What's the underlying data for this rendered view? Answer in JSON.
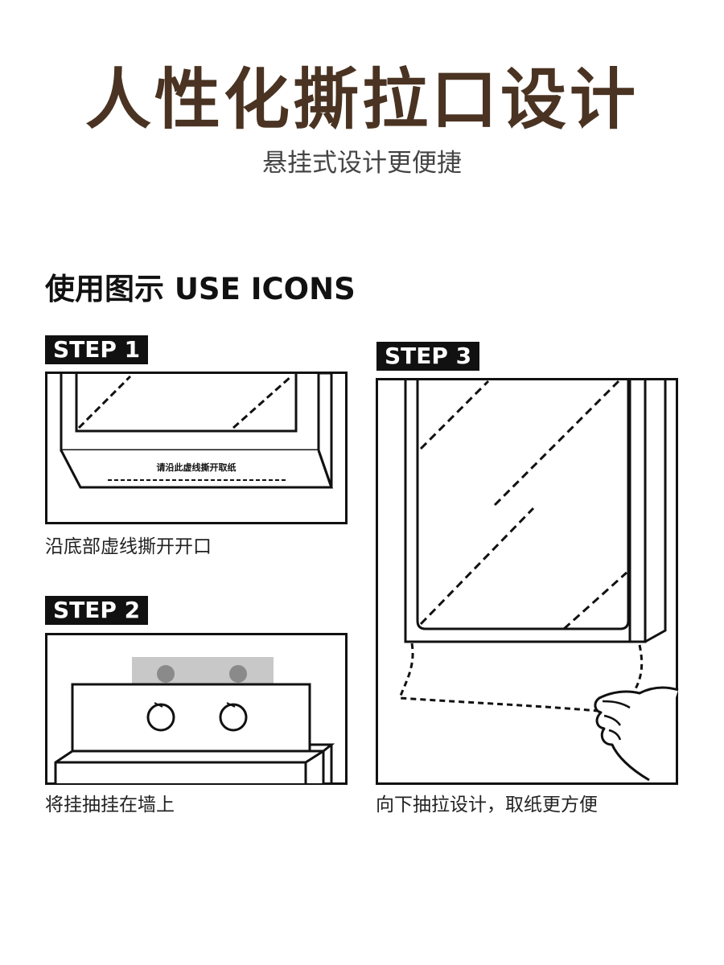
{
  "header": {
    "title": "人性化撕拉口设计",
    "subtitle": "悬挂式设计更便捷"
  },
  "section": {
    "title": "使用图示 USE ICONS"
  },
  "steps": [
    {
      "label": "STEP 1",
      "caption": "沿底部虚线撕开开口",
      "box_text": "请沿此虚线撕开取纸"
    },
    {
      "label": "STEP 2",
      "caption": "将挂抽挂在墙上"
    },
    {
      "label": "STEP 3",
      "caption": "向下抽拉设计，取纸更方便"
    }
  ],
  "colors": {
    "title": "#4a3322",
    "ink": "#111111",
    "hook_strip": "#c8c8c8",
    "hook_dot": "#8a8a8a"
  }
}
